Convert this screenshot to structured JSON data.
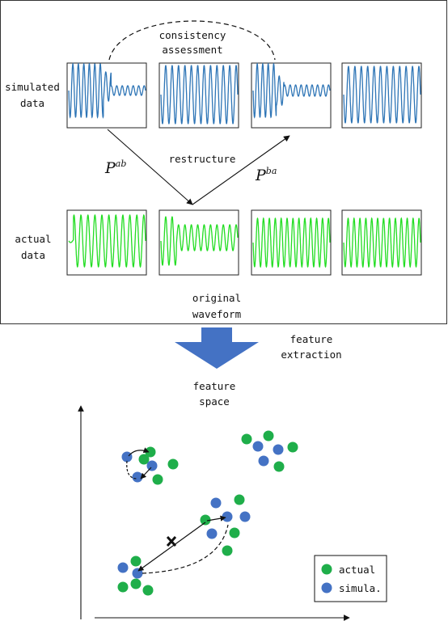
{
  "labels": {
    "consistency": "consistency",
    "assessment": "assessment",
    "simulated_line1": "simulated",
    "simulated_line2": "data",
    "restructure": "restructure",
    "p_ab_base": "P",
    "p_ab_sup": "ab",
    "p_ba_base": "P",
    "p_ba_sup": "ba",
    "actual_line1": "actual",
    "actual_line2": "data",
    "original_line1": "original",
    "original_line2": "waveform",
    "feature_extraction_line1": "feature",
    "feature_extraction_line2": "extraction",
    "feature_space_line1": "feature",
    "feature_space_line2": "space"
  },
  "legend": {
    "actual": "actual",
    "simulated": "simula."
  },
  "colors": {
    "simulated_wave": "#2e75b6",
    "actual_wave": "#22dd22",
    "actual_point": "#1fae4a",
    "simulated_point": "#4472c4",
    "down_arrow": "#4472c4"
  },
  "icons": {
    "cross": "x-mark-icon",
    "down_arrow": "block-arrow-down-icon"
  }
}
